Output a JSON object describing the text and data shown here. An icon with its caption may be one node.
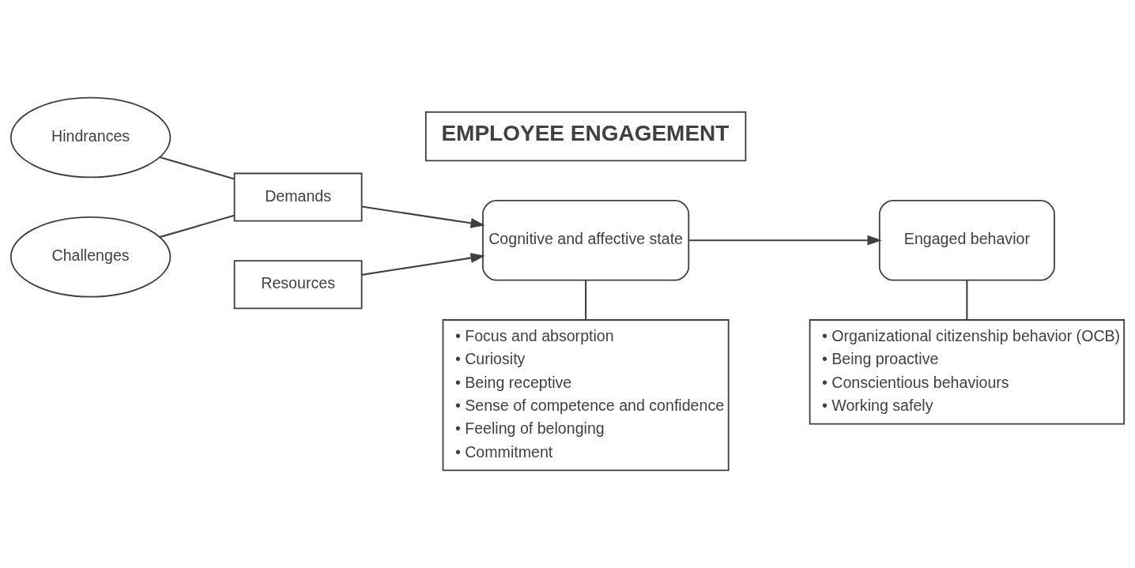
{
  "diagram": {
    "nodes": [
      {
        "text": [
          "Hindrances"
        ]
      },
      {
        "text": [
          "Challenges"
        ]
      },
      {
        "text": [
          "Demands"
        ]
      },
      {
        "text": [
          "Resources"
        ]
      },
      {
        "text": [
          "EMPLOYEE ENGAGEMENT"
        ]
      },
      {
        "text": [
          "Cognitive and affective state"
        ]
      },
      {
        "text": [
          "Engaged behavior"
        ]
      },
      {
        "text": [
          "• Focus and absorption",
          "• Curiosity",
          "• Being receptive",
          "• Sense of competence and confidence",
          "• Feeling of belonging",
          "• Commitment"
        ]
      },
      {
        "text": [
          "• Organizational citizenship behavior (OCB)",
          "• Being proactive",
          "• Conscientious behaviours",
          "• Working safely"
        ]
      }
    ],
    "edges": [
      {
        "from": 0,
        "to": 2,
        "arrow": "none"
      },
      {
        "from": 1,
        "to": 2,
        "arrow": "none"
      },
      {
        "from": 2,
        "to": 5,
        "arrow": "to"
      },
      {
        "from": 3,
        "to": 5,
        "arrow": "to"
      },
      {
        "from": 5,
        "to": 6,
        "arrow": "to"
      },
      {
        "from": 5,
        "to": 7,
        "arrow": "none"
      },
      {
        "from": 6,
        "to": 8,
        "arrow": "none"
      }
    ]
  }
}
